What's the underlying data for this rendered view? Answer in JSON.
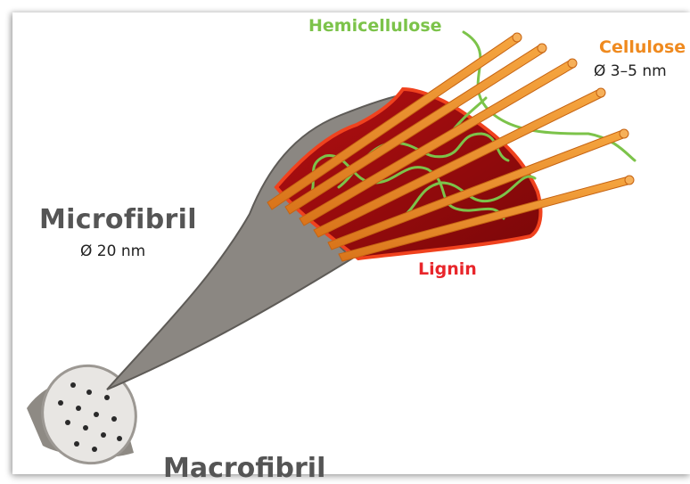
{
  "labels": {
    "hemicellulose": "Hemicellulose",
    "cellulose": "Cellulose",
    "cellulose_diameter": "Ø 3–5 nm",
    "lignin": "Lignin",
    "microfibril": "Microfibril",
    "microfibril_diameter": "Ø 20 nm",
    "macrofibril": "Macrofibril"
  },
  "colors": {
    "cellulose": "#ef8a1f",
    "hemicellulose": "#7cc34a",
    "lignin": "#e8262b",
    "fibril": "#8a8680"
  }
}
